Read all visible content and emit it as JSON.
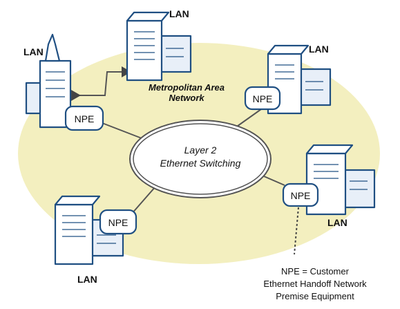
{
  "network": {
    "man_label_line1": "Metropolitan Area",
    "man_label_line2": "Network",
    "core_line1": "Layer 2",
    "core_line2": "Ethernet Switching"
  },
  "sites": [
    {
      "lan_label": "LAN"
    },
    {
      "lan_label": "LAN",
      "npe_label": "NPE"
    },
    {
      "lan_label": "LAN",
      "npe_label": "NPE"
    },
    {
      "lan_label": "LAN",
      "npe_label": "NPE"
    },
    {
      "lan_label": "LAN",
      "npe_label": "NPE"
    }
  ],
  "legend": {
    "line1": "NPE = Customer",
    "line2": "Ethernet Handoff Network",
    "line3": "Premise Equipment"
  },
  "colors": {
    "man_fill": "#f3efbf",
    "outline": "#1f4f82"
  }
}
